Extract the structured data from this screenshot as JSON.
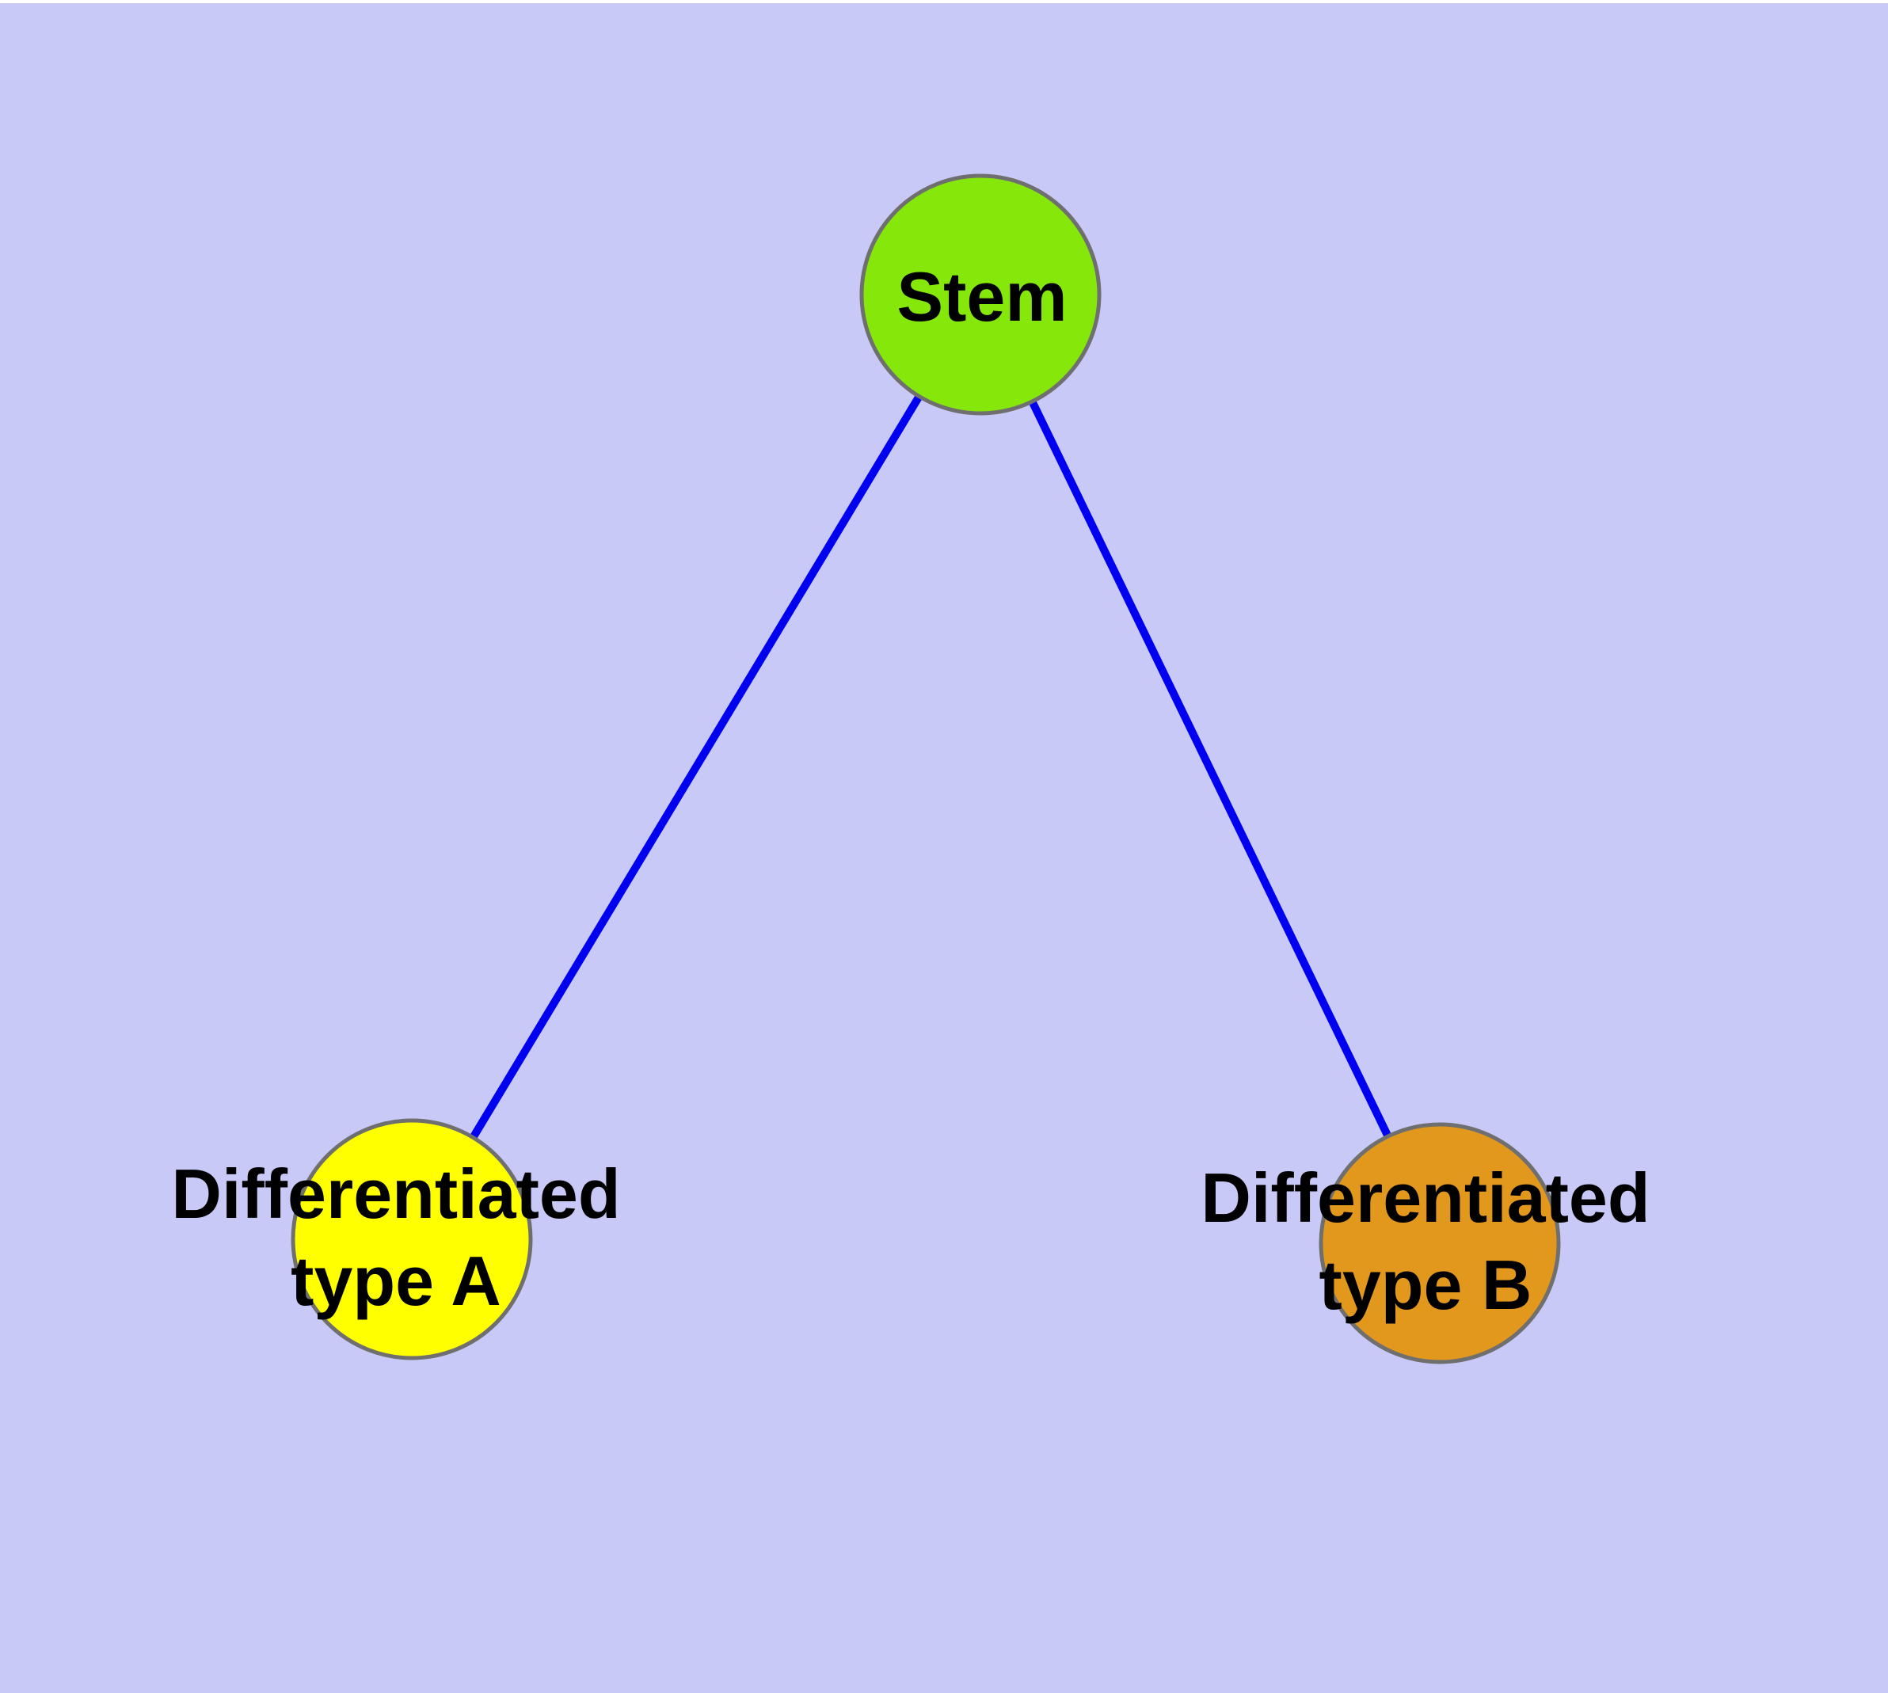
{
  "diagram": {
    "type": "node-link-graph",
    "background_color": "#c9c9f8",
    "edge_color": "#0000f0",
    "node_border_color": "#6f6f6f",
    "label_color": "#000000",
    "nodes": {
      "stem": {
        "id": "stem",
        "label": "Stem",
        "color": "#85e80a"
      },
      "type_a": {
        "id": "type_a",
        "label_line1": "Differentiated",
        "label_line2": "type A",
        "color": "#ffff00"
      },
      "type_b": {
        "id": "type_b",
        "label_line1": "Differentiated",
        "label_line2": "type B",
        "color": "#e2981d"
      }
    },
    "edges": [
      {
        "from": "stem",
        "to": "type_a"
      },
      {
        "from": "stem",
        "to": "type_b"
      }
    ]
  }
}
